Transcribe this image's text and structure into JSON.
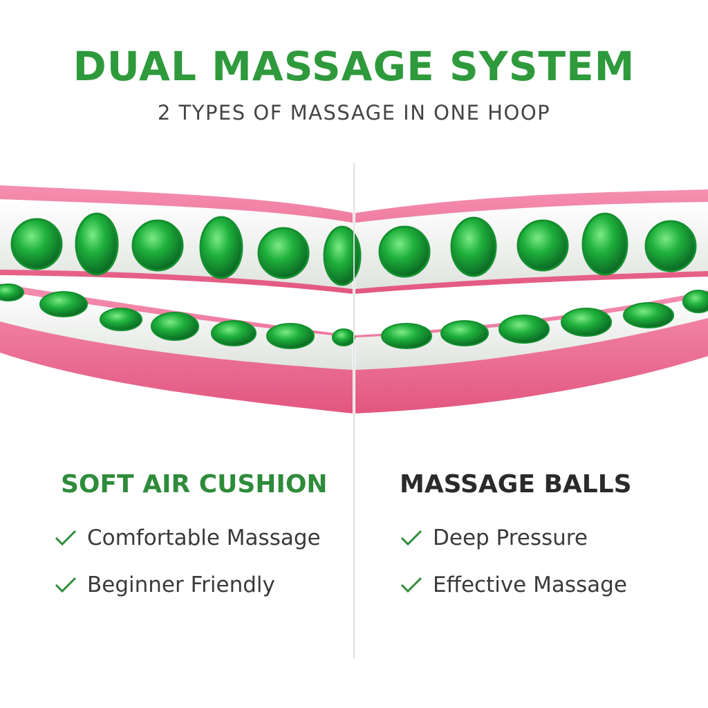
{
  "header": {
    "title": "DUAL MASSAGE SYSTEM",
    "subtitle": "2 TYPES OF MASSAGE IN ONE HOOP"
  },
  "left": {
    "heading": "SOFT AIR CUSHION",
    "features": [
      "Comfortable Massage",
      "Beginner Friendly"
    ]
  },
  "right": {
    "heading": "MASSAGE BALLS",
    "features": [
      "Deep Pressure",
      "Effective Massage"
    ]
  },
  "colors": {
    "brand_green": "#2e9a3c",
    "hoop_pink": "#ee6e96",
    "hoop_white": "#eef0ee",
    "nub_green": "#1faa3a"
  },
  "icons": [
    "check-icon"
  ]
}
